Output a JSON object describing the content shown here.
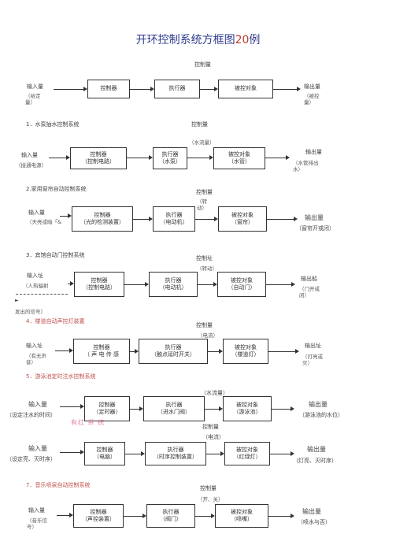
{
  "title": {
    "text": "开环控制系统方框图",
    "num": "20",
    "suffix": "例"
  },
  "general": {
    "control": "控制量",
    "input": "输入量",
    "input_sub": "（给定\n量）",
    "box1": "控制器",
    "box2": "执行器",
    "box3": "被控对象",
    "output": "输出量",
    "output_sub": "（被控\n量）"
  },
  "s1": {
    "heading": "1．水泵抽水控制系统",
    "control": "控制量",
    "control_sub": "（水流量）",
    "input": "输入量",
    "input_sub": "（接通电源）",
    "box1": [
      "控制器",
      "（控制电路）"
    ],
    "box2": [
      "执行器",
      "（水泵）"
    ],
    "box3": [
      "被控对象",
      "（水管）"
    ],
    "output": "输出量",
    "output_sub": "（水管排出\n水）"
  },
  "s2": {
    "heading": "2.家用窗帘自动控制系统",
    "control": "控制量",
    "control_sub": "（转\n动）",
    "input": "输入量",
    "input_sub": "（天亮或暗「&",
    "box1": [
      "控制器",
      "（光的检测装置）"
    ],
    "box2": [
      "执行器",
      "（电动机）"
    ],
    "box3": [
      "被控对象",
      "（窗帘）"
    ],
    "output": "输出量",
    "output_sub": "（窗帘开或闭）"
  },
  "s3": {
    "heading": "3．宾馆自动门控制系统",
    "control": "控制址",
    "control_sub": "（转动）",
    "input": "输入址",
    "input_sub": "（人热辐射",
    "input_extra": "发出的信号）",
    "box1": [
      "控制器",
      "（控制电路）"
    ],
    "box2": [
      "执行器",
      "（电动机）"
    ],
    "box3": [
      "被控对象",
      "（自动门）"
    ],
    "output": "输出船",
    "output_sub": "（门开或\n闭）"
  },
  "s4": {
    "heading": "4．楼道自动声控灯装置",
    "control": "控制量",
    "control_sub": "（电流）",
    "input": "输入址",
    "input_sub": "（有无声\n音）",
    "box1": [
      "控制器",
      "（ 声 电 传 感"
    ],
    "box2": [
      "执行器",
      "（触点延时开关）"
    ],
    "box3": [
      "被控对象",
      "（楼道灯）"
    ],
    "output": "输出址",
    "output_sub": "（灯亮或\n灭）"
  },
  "s5": {
    "heading": "5．游泳池定时注水控制系统",
    "control": "（水流量）",
    "input": "输入量",
    "input_sub": "（设定注水的时间）",
    "box1": [
      "控制器",
      "（定时器）"
    ],
    "box2": [
      "执行器",
      "（进水门阀）"
    ],
    "box3": [
      "被控对象",
      "（游泳池）"
    ],
    "output": "输出量",
    "output_sub": "（游泳池的水位）",
    "watermark": "有红 系 统"
  },
  "s6": {
    "control": "控制量",
    "control_sub": "（电流）",
    "input": "输入量",
    "input_sub": "（设定亮、灭时序）",
    "box1": [
      "控制器",
      "（电脑）"
    ],
    "box2": [
      "执行器",
      "（时序控制装置）"
    ],
    "box3": [
      "被控对象",
      "（红绿灯）"
    ],
    "output": "输出量",
    "output_sub": "（灯亮、灭时序）"
  },
  "s7": {
    "heading": "7．音乐喷泉自动控制系统",
    "control": "控制量",
    "control_sub": "（开、关）",
    "input": "输入量",
    "input_sub": "（音乐信\n号）",
    "box1": [
      "控制器",
      "（声控装置）"
    ],
    "box2": [
      "执行器",
      "（阀门）"
    ],
    "box3": [
      "被控对象",
      "（喷嘴）"
    ],
    "output": "输出量",
    "output_sub": "（喷水与否）"
  }
}
